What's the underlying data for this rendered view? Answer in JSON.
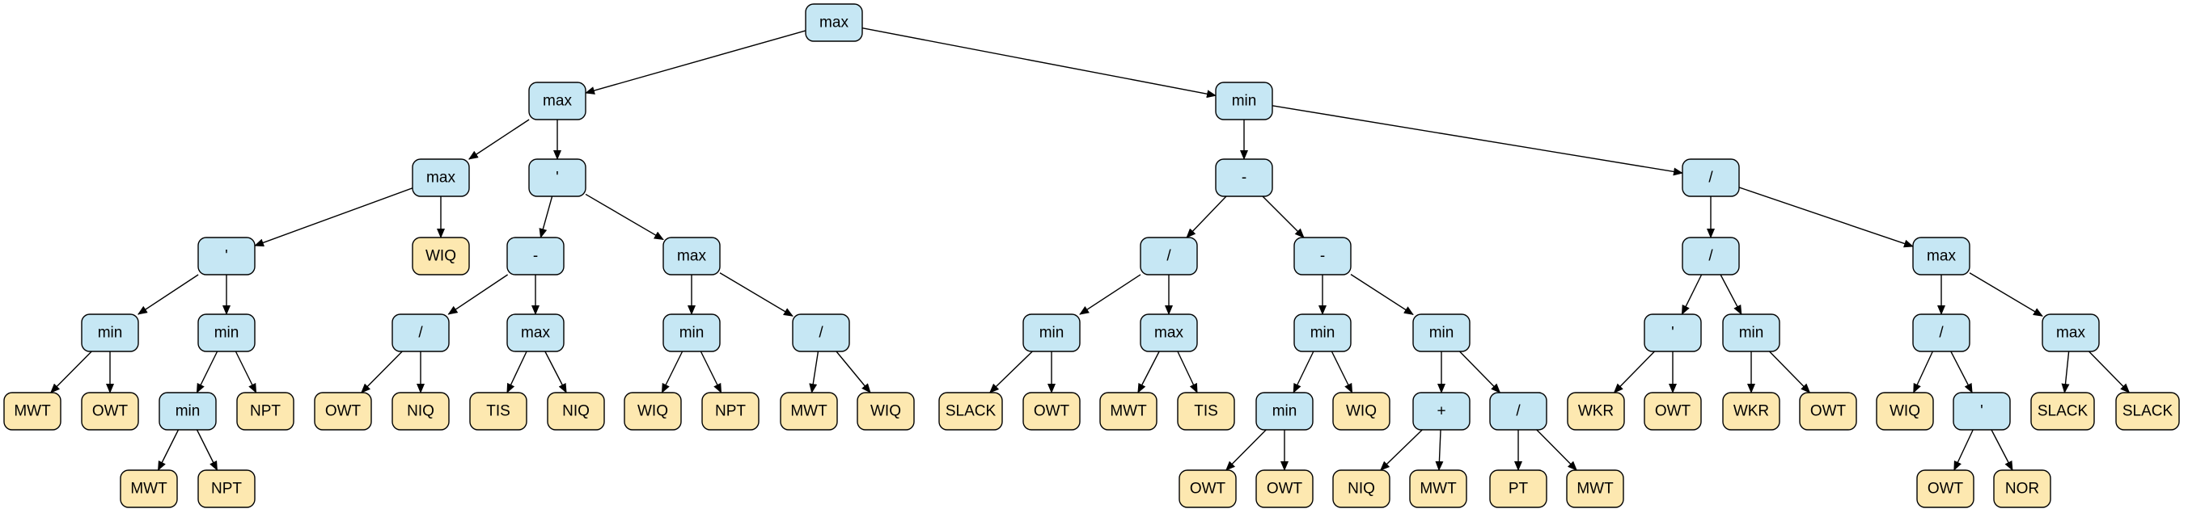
{
  "colors": {
    "operator_fill": "#c6e7f4",
    "terminal_fill": "#fde8b0",
    "stroke": "#000000"
  },
  "nodes": [
    {
      "id": "n1",
      "label": "max",
      "kind": "op"
    },
    {
      "id": "n2",
      "label": "max",
      "kind": "op"
    },
    {
      "id": "n3",
      "label": "min",
      "kind": "op"
    },
    {
      "id": "n4",
      "label": "max",
      "kind": "op"
    },
    {
      "id": "n5",
      "label": "'",
      "kind": "op"
    },
    {
      "id": "n6",
      "label": "-",
      "kind": "op"
    },
    {
      "id": "n7",
      "label": "/",
      "kind": "op"
    },
    {
      "id": "n8",
      "label": "'",
      "kind": "op"
    },
    {
      "id": "n9",
      "label": "WIQ",
      "kind": "term"
    },
    {
      "id": "n10",
      "label": "-",
      "kind": "op"
    },
    {
      "id": "n11",
      "label": "max",
      "kind": "op"
    },
    {
      "id": "n12",
      "label": "/",
      "kind": "op"
    },
    {
      "id": "n13",
      "label": "-",
      "kind": "op"
    },
    {
      "id": "n14",
      "label": "/",
      "kind": "op"
    },
    {
      "id": "n15",
      "label": "max",
      "kind": "op"
    },
    {
      "id": "n16",
      "label": "min",
      "kind": "op"
    },
    {
      "id": "n17",
      "label": "min",
      "kind": "op"
    },
    {
      "id": "n18",
      "label": "/",
      "kind": "op"
    },
    {
      "id": "n19",
      "label": "max",
      "kind": "op"
    },
    {
      "id": "n20",
      "label": "min",
      "kind": "op"
    },
    {
      "id": "n21",
      "label": "/",
      "kind": "op"
    },
    {
      "id": "n22",
      "label": "min",
      "kind": "op"
    },
    {
      "id": "n23",
      "label": "max",
      "kind": "op"
    },
    {
      "id": "n24",
      "label": "min",
      "kind": "op"
    },
    {
      "id": "n25",
      "label": "min",
      "kind": "op"
    },
    {
      "id": "n26",
      "label": "'",
      "kind": "op"
    },
    {
      "id": "n27",
      "label": "min",
      "kind": "op"
    },
    {
      "id": "n28",
      "label": "/",
      "kind": "op"
    },
    {
      "id": "n29",
      "label": "max",
      "kind": "op"
    },
    {
      "id": "n30",
      "label": "MWT",
      "kind": "term"
    },
    {
      "id": "n31",
      "label": "OWT",
      "kind": "term"
    },
    {
      "id": "n32",
      "label": "min",
      "kind": "op"
    },
    {
      "id": "n33",
      "label": "NPT",
      "kind": "term"
    },
    {
      "id": "n34",
      "label": "OWT",
      "kind": "term"
    },
    {
      "id": "n35",
      "label": "NIQ",
      "kind": "term"
    },
    {
      "id": "n36",
      "label": "TIS",
      "kind": "term"
    },
    {
      "id": "n37",
      "label": "NIQ",
      "kind": "term"
    },
    {
      "id": "n38",
      "label": "WIQ",
      "kind": "term"
    },
    {
      "id": "n39",
      "label": "NPT",
      "kind": "term"
    },
    {
      "id": "n40",
      "label": "MWT",
      "kind": "term"
    },
    {
      "id": "n41",
      "label": "WIQ",
      "kind": "term"
    },
    {
      "id": "n42",
      "label": "SLACK",
      "kind": "term"
    },
    {
      "id": "n43",
      "label": "OWT",
      "kind": "term"
    },
    {
      "id": "n44",
      "label": "MWT",
      "kind": "term"
    },
    {
      "id": "n45",
      "label": "TIS",
      "kind": "term"
    },
    {
      "id": "n46",
      "label": "min",
      "kind": "op"
    },
    {
      "id": "n47",
      "label": "WIQ",
      "kind": "term"
    },
    {
      "id": "n48",
      "label": "+",
      "kind": "op"
    },
    {
      "id": "n49",
      "label": "/",
      "kind": "op"
    },
    {
      "id": "n50",
      "label": "WKR",
      "kind": "term"
    },
    {
      "id": "n51",
      "label": "OWT",
      "kind": "term"
    },
    {
      "id": "n52",
      "label": "WKR",
      "kind": "term"
    },
    {
      "id": "n53",
      "label": "OWT",
      "kind": "term"
    },
    {
      "id": "n54",
      "label": "WIQ",
      "kind": "term"
    },
    {
      "id": "n55",
      "label": "'",
      "kind": "op"
    },
    {
      "id": "n56",
      "label": "SLACK",
      "kind": "term"
    },
    {
      "id": "n57",
      "label": "SLACK",
      "kind": "term"
    },
    {
      "id": "n58",
      "label": "MWT",
      "kind": "term"
    },
    {
      "id": "n59",
      "label": "NPT",
      "kind": "term"
    },
    {
      "id": "n60",
      "label": "OWT",
      "kind": "term"
    },
    {
      "id": "n61",
      "label": "OWT",
      "kind": "term"
    },
    {
      "id": "n62",
      "label": "NIQ",
      "kind": "term"
    },
    {
      "id": "n63",
      "label": "MWT",
      "kind": "term"
    },
    {
      "id": "n64",
      "label": "PT",
      "kind": "term"
    },
    {
      "id": "n65",
      "label": "MWT",
      "kind": "term"
    },
    {
      "id": "n66",
      "label": "OWT",
      "kind": "term"
    },
    {
      "id": "n67",
      "label": "NOR",
      "kind": "term"
    }
  ],
  "edges": [
    [
      "n1",
      "n2"
    ],
    [
      "n1",
      "n3"
    ],
    [
      "n2",
      "n4"
    ],
    [
      "n2",
      "n5"
    ],
    [
      "n3",
      "n6"
    ],
    [
      "n3",
      "n7"
    ],
    [
      "n4",
      "n8"
    ],
    [
      "n4",
      "n9"
    ],
    [
      "n5",
      "n10"
    ],
    [
      "n5",
      "n11"
    ],
    [
      "n6",
      "n12"
    ],
    [
      "n6",
      "n13"
    ],
    [
      "n7",
      "n14"
    ],
    [
      "n7",
      "n15"
    ],
    [
      "n8",
      "n16"
    ],
    [
      "n8",
      "n17"
    ],
    [
      "n10",
      "n18"
    ],
    [
      "n10",
      "n19"
    ],
    [
      "n11",
      "n20"
    ],
    [
      "n11",
      "n21"
    ],
    [
      "n12",
      "n22"
    ],
    [
      "n12",
      "n23"
    ],
    [
      "n13",
      "n24"
    ],
    [
      "n13",
      "n25"
    ],
    [
      "n14",
      "n26"
    ],
    [
      "n14",
      "n27"
    ],
    [
      "n15",
      "n28"
    ],
    [
      "n15",
      "n29"
    ],
    [
      "n16",
      "n30"
    ],
    [
      "n16",
      "n31"
    ],
    [
      "n17",
      "n32"
    ],
    [
      "n17",
      "n33"
    ],
    [
      "n18",
      "n34"
    ],
    [
      "n18",
      "n35"
    ],
    [
      "n19",
      "n36"
    ],
    [
      "n19",
      "n37"
    ],
    [
      "n20",
      "n38"
    ],
    [
      "n20",
      "n39"
    ],
    [
      "n21",
      "n40"
    ],
    [
      "n21",
      "n41"
    ],
    [
      "n22",
      "n42"
    ],
    [
      "n22",
      "n43"
    ],
    [
      "n23",
      "n44"
    ],
    [
      "n23",
      "n45"
    ],
    [
      "n24",
      "n46"
    ],
    [
      "n24",
      "n47"
    ],
    [
      "n25",
      "n48"
    ],
    [
      "n25",
      "n49"
    ],
    [
      "n26",
      "n50"
    ],
    [
      "n26",
      "n51"
    ],
    [
      "n27",
      "n52"
    ],
    [
      "n27",
      "n53"
    ],
    [
      "n28",
      "n54"
    ],
    [
      "n28",
      "n55"
    ],
    [
      "n29",
      "n56"
    ],
    [
      "n29",
      "n57"
    ],
    [
      "n32",
      "n58"
    ],
    [
      "n32",
      "n59"
    ],
    [
      "n46",
      "n60"
    ],
    [
      "n46",
      "n61"
    ],
    [
      "n48",
      "n62"
    ],
    [
      "n48",
      "n63"
    ],
    [
      "n49",
      "n64"
    ],
    [
      "n49",
      "n65"
    ],
    [
      "n55",
      "n66"
    ],
    [
      "n55",
      "n67"
    ]
  ]
}
